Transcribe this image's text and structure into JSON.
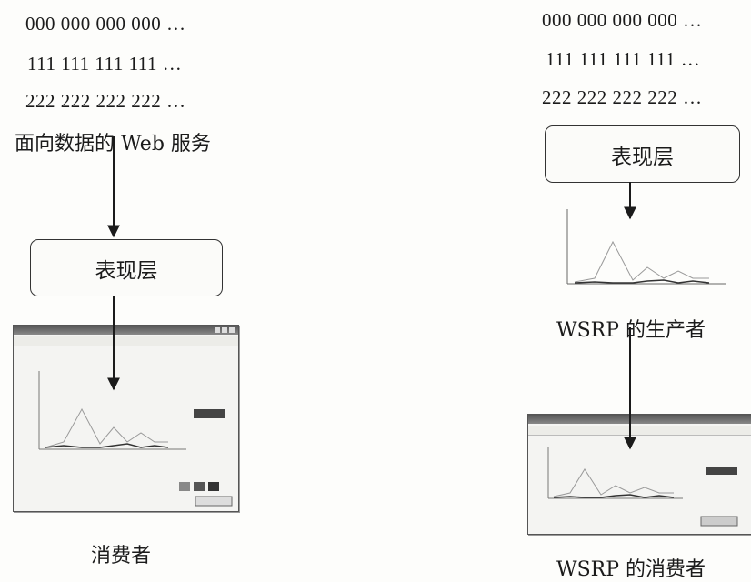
{
  "left": {
    "lines": [
      "000 000 000 000 …",
      "111 111 111 111 …",
      "222 222 222 222 …"
    ],
    "source_label": "面向数据的 Web 服务",
    "presentation_label": "表现层",
    "consumer_label": "消费者"
  },
  "right": {
    "lines": [
      "000 000 000 000 …",
      "111 111 111 111 …",
      "222 222 222 222 …"
    ],
    "presentation_label": "表现层",
    "producer_label": "WSRP 的生产者",
    "consumer_label": "WSRP 的消费者"
  },
  "colors": {
    "stroke": "#1b1b1b",
    "box_border": "#333333",
    "window_titlebar": "#666666"
  }
}
